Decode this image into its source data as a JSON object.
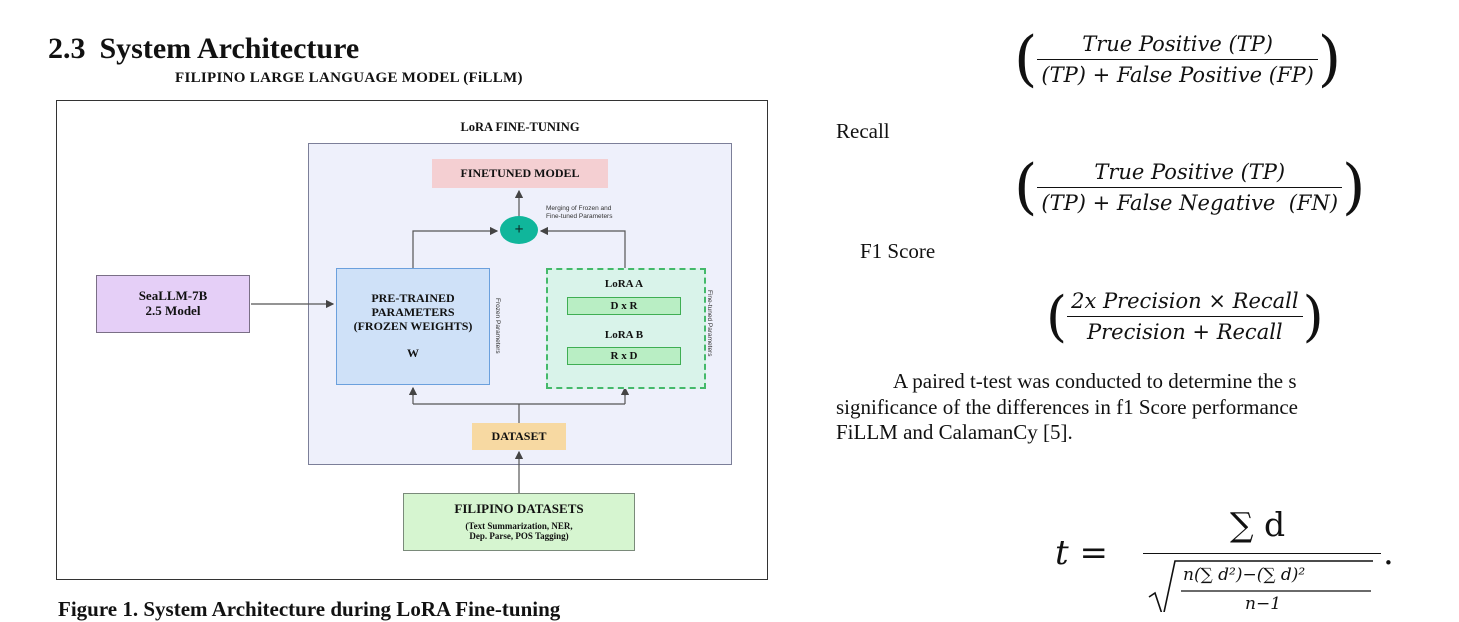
{
  "heading": {
    "number": "2.3",
    "title": "System Architecture"
  },
  "figure": {
    "title": "FILIPINO LARGE LANGUAGE MODEL (FiLLM)",
    "lora_title": "LoRA FINE-TUNING",
    "finetuned_model": "FINETUNED MODEL",
    "merge_symbol": "+",
    "merge_note_line1": "Merging of Frozen and",
    "merge_note_line2": "Fine-tuned Parameters",
    "pretrained_line1": "PRE-TRAINED",
    "pretrained_line2": "PARAMETERS",
    "pretrained_line3": "(FROZEN WEIGHTS)",
    "pretrained_w": "W",
    "frozen_side_label": "Frozen Parameters",
    "finetuned_side_label": "Fine-tuned Parameters",
    "lora_a": "LoRA A",
    "lora_a_matrix": "D x R",
    "lora_b": "LoRA B",
    "lora_b_matrix": "R x D",
    "dataset": "DATASET",
    "base_model_line1": "SeaLLM-7B",
    "base_model_line2": "2.5 Model",
    "filipino_datasets": "FILIPINO DATASETS",
    "filipino_datasets_sub1": "(Text Summarization, NER,",
    "filipino_datasets_sub2": "Dep. Parse, POS Tagging)",
    "caption": "Figure 1. System Architecture during LoRA Fine-tuning"
  },
  "right_column": {
    "precision_numerator": "True Positive (TP)",
    "precision_denominator": "(TP) + False Positive (FP)",
    "recall_label": "Recall",
    "recall_numerator": "True Positive (TP)",
    "recall_denominator": "(TP) + False Negative  (FN)",
    "f1_label": "F1 Score",
    "f1_numerator": "2x Precision × Recall",
    "f1_denominator": "Precision + Recall",
    "paragraph_line1": "A paired t-test was conducted to determine the s",
    "paragraph_line2": "significance of the differences in f1 Score performance",
    "paragraph_line3": "FiLLM and CalamanCy [5].",
    "t_lhs": "t =",
    "t_numerator": "∑ d",
    "t_radicand_top": "n(∑ d²)−(∑ d)²",
    "t_radicand_bottom": "n−1",
    "t_period": "."
  }
}
